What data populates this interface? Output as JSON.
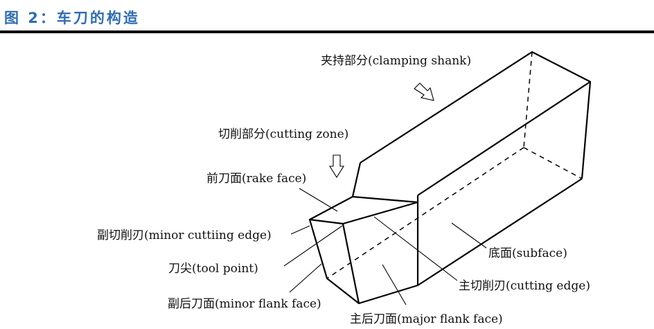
{
  "figure_title": "图 2：车刀的构造",
  "labels": {
    "clamping_shank": "夹持部分(clamping shank)",
    "cutting_zone": "切削部分(cutting zone)",
    "rake_face": "前刀面(rake face)",
    "minor_cutting_edge": "副切削刃(minor cuttiing edge)",
    "tool_point": "刀尖(tool point)",
    "minor_flank_face": "副后刀面(minor flank face)",
    "major_flank_face": "主后刀面(major flank face)",
    "cutting_edge": "主切削刃(cutting edge)",
    "subface": "底面(subface)"
  },
  "colors": {
    "title": "#2e6db4"
  }
}
